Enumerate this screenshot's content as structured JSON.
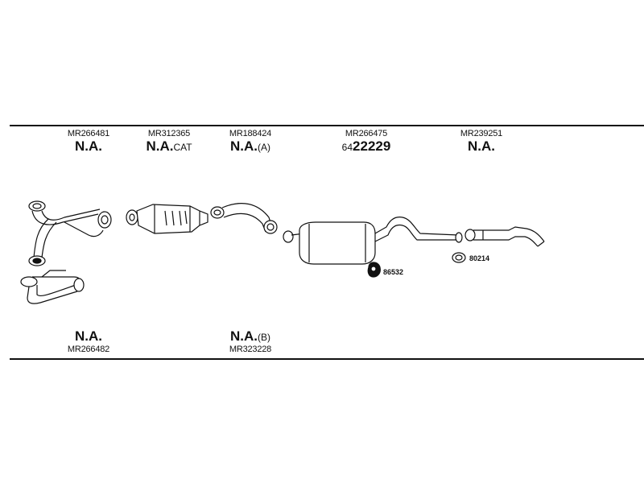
{
  "top_labels": [
    {
      "part_number": "MR266481",
      "status": "N.A.",
      "suffix": ""
    },
    {
      "part_number": "MR312365",
      "status": "N.A.",
      "suffix": "CAT"
    },
    {
      "part_number": "MR188424",
      "status": "N.A.",
      "suffix": "(A)"
    },
    {
      "part_number": "MR266475",
      "prefix": "64",
      "code": "22229"
    },
    {
      "part_number": "MR239251",
      "status": "N.A.",
      "suffix": ""
    }
  ],
  "bottom_labels": [
    {
      "part_number": "MR266482",
      "status": "N.A.",
      "suffix": ""
    },
    {
      "part_number": "MR323228",
      "status": "N.A.",
      "suffix": "(B)"
    }
  ],
  "small_parts": [
    {
      "code": "86532"
    },
    {
      "code": "80214"
    }
  ]
}
